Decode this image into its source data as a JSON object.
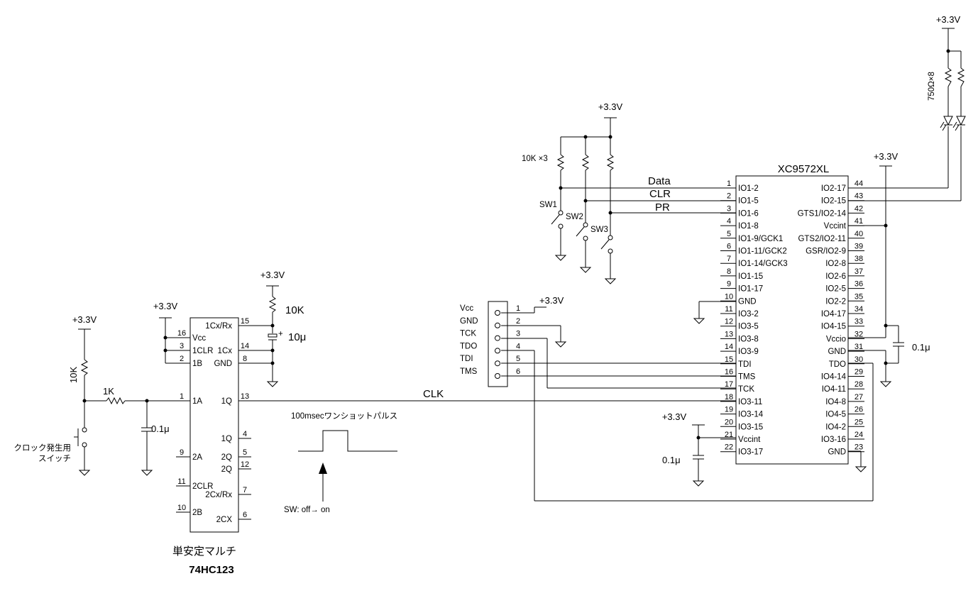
{
  "title": "XC9572XL",
  "supply": "+3.3V",
  "xc9572": {
    "name": "XC9572XL",
    "left_pins": [
      {
        "num": "1",
        "sig": "IO1-2"
      },
      {
        "num": "2",
        "sig": "IO1-5"
      },
      {
        "num": "3",
        "sig": "IO1-6"
      },
      {
        "num": "4",
        "sig": "IO1-8"
      },
      {
        "num": "5",
        "sig": "IO1-9/GCK1"
      },
      {
        "num": "6",
        "sig": "IO1-11/GCK2"
      },
      {
        "num": "7",
        "sig": "IO1-14/GCK3"
      },
      {
        "num": "8",
        "sig": "IO1-15"
      },
      {
        "num": "9",
        "sig": "IO1-17"
      },
      {
        "num": "10",
        "sig": "GND"
      },
      {
        "num": "11",
        "sig": "IO3-2"
      },
      {
        "num": "12",
        "sig": "IO3-5"
      },
      {
        "num": "13",
        "sig": "IO3-8"
      },
      {
        "num": "14",
        "sig": "IO3-9"
      },
      {
        "num": "15",
        "sig": "TDI"
      },
      {
        "num": "16",
        "sig": "TMS"
      },
      {
        "num": "17",
        "sig": "TCK"
      },
      {
        "num": "18",
        "sig": "IO3-11"
      },
      {
        "num": "19",
        "sig": "IO3-14"
      },
      {
        "num": "20",
        "sig": "IO3-15"
      },
      {
        "num": "21",
        "sig": "Vccint"
      },
      {
        "num": "22",
        "sig": "IO3-17"
      }
    ],
    "right_pins": [
      {
        "num": "44",
        "sig": "IO2-17"
      },
      {
        "num": "43",
        "sig": "IO2-15"
      },
      {
        "num": "42",
        "sig": "GTS1/IO2-14"
      },
      {
        "num": "41",
        "sig": "Vccint"
      },
      {
        "num": "40",
        "sig": "GTS2/IO2-11"
      },
      {
        "num": "39",
        "sig": "GSR/IO2-9"
      },
      {
        "num": "38",
        "sig": "IO2-8"
      },
      {
        "num": "37",
        "sig": "IO2-6"
      },
      {
        "num": "36",
        "sig": "IO2-5"
      },
      {
        "num": "35",
        "sig": "IO2-2"
      },
      {
        "num": "34",
        "sig": "IO4-17"
      },
      {
        "num": "33",
        "sig": "IO4-15"
      },
      {
        "num": "32",
        "sig": "Vccio"
      },
      {
        "num": "31",
        "sig": "GND"
      },
      {
        "num": "30",
        "sig": "TDO"
      },
      {
        "num": "29",
        "sig": "IO4-14"
      },
      {
        "num": "28",
        "sig": "IO4-11"
      },
      {
        "num": "27",
        "sig": "IO4-8"
      },
      {
        "num": "26",
        "sig": "IO4-5"
      },
      {
        "num": "25",
        "sig": "IO4-2"
      },
      {
        "num": "24",
        "sig": "IO3-16"
      },
      {
        "num": "23",
        "sig": "GND"
      }
    ]
  },
  "hc123": {
    "title": "単安定マルチ",
    "part": "74HC123",
    "left_pins": [
      {
        "num": "16",
        "sig": "Vcc"
      },
      {
        "num": "3",
        "sig": "1CLR"
      },
      {
        "num": "2",
        "sig": "1B"
      },
      {
        "num": "1",
        "sig": "1A"
      },
      {
        "num": "9",
        "sig": "2A"
      },
      {
        "num": "11",
        "sig": "2CLR"
      },
      {
        "num": "10",
        "sig": "2B"
      }
    ],
    "right_pins": [
      {
        "num": "15",
        "sig": "1Cx/Rx"
      },
      {
        "num": "14",
        "sig": "1Cx"
      },
      {
        "num": "8",
        "sig": "GND"
      },
      {
        "num": "13",
        "sig": "1Q"
      },
      {
        "num": "4",
        "sig": "1Q"
      },
      {
        "num": "5",
        "sig": "2Q"
      },
      {
        "num": "12",
        "sig": "2Q"
      },
      {
        "num": "7",
        "sig": "2Cx/Rx"
      },
      {
        "num": "6",
        "sig": "2CX"
      }
    ]
  },
  "jtag": {
    "labels": [
      "Vcc",
      "GND",
      "TCK",
      "TDO",
      "TDI",
      "TMS"
    ],
    "nums": [
      "1",
      "2",
      "3",
      "4",
      "5",
      "6"
    ]
  },
  "nets": {
    "data": "Data",
    "clr": "CLR",
    "pr": "PR",
    "clk": "CLK"
  },
  "components": {
    "r_pullups": "10K ×3",
    "r_led": "750Ω×8",
    "r_10k_timing": "10K",
    "c_10u": "10μ",
    "c_plus": "+",
    "c_01u": "0.1μ",
    "r_10k_clk": "10K",
    "r_1k": "1K",
    "sw1": "SW1",
    "sw2": "SW2",
    "sw3": "SW3",
    "clock_switch_line1": "クロック発生用",
    "clock_switch_line2": "スイッチ"
  },
  "pulse": {
    "label": "100msecワンショットパルス",
    "note": "SW: off→ on"
  }
}
